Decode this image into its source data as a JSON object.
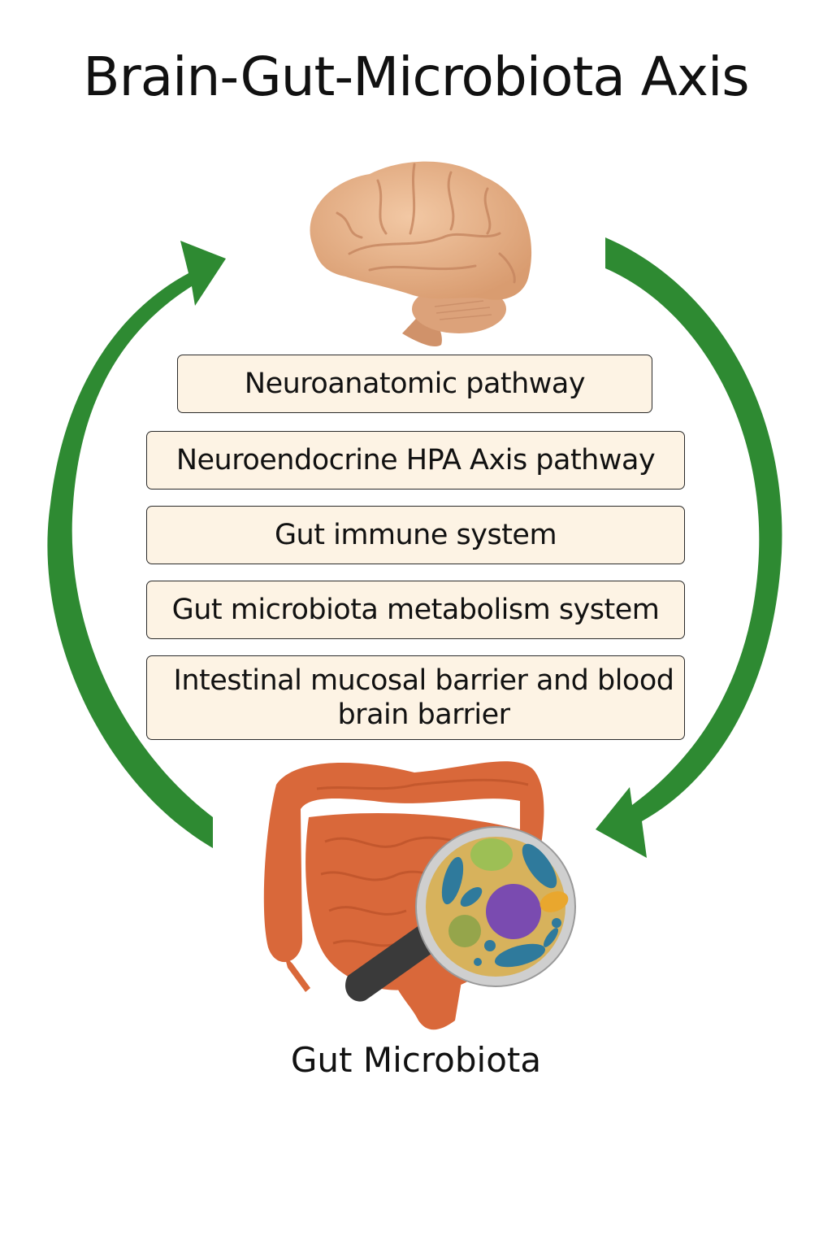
{
  "title": "Brain-Gut-Microbiota Axis",
  "brain": {
    "icon": "brain-icon"
  },
  "pathways": [
    {
      "label": "Neuroanatomic pathway"
    },
    {
      "label": "Neuroendocrine HPA Axis pathway"
    },
    {
      "label": "Gut immune system"
    },
    {
      "label": "Gut microbiota metabolism system"
    },
    {
      "label": "Intestinal mucosal barrier and blood brain barrier"
    }
  ],
  "gut": {
    "icon": "intestine-icon",
    "magnifier": "magnifying-glass-icon"
  },
  "caption": "Gut Microbiota",
  "arrows": {
    "left": "gut-to-brain (upward)",
    "right": "brain-to-gut (downward)",
    "color": "#2e8a32"
  },
  "colors": {
    "box_fill": "#fdf3e4",
    "brain": "#e8b48c",
    "gut": "#d9683a",
    "arrow": "#2e8a32"
  }
}
